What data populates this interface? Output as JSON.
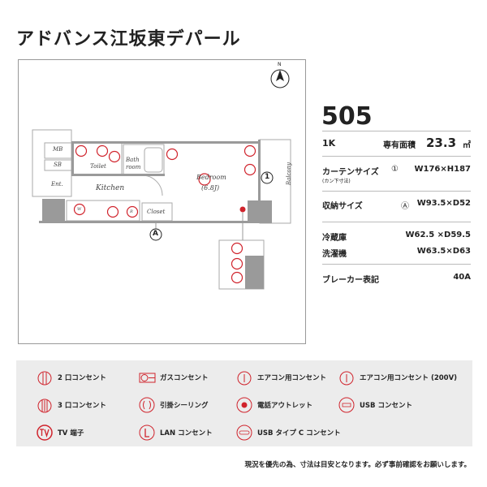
{
  "title": "アドバンス江坂東デパール",
  "plan": {
    "rooms": {
      "mb": "MB",
      "sb": "SB",
      "ent": "Ent.",
      "toilet": "Toilet",
      "bath": "Bath",
      "bath2": "room",
      "kitchen": "Kitchen",
      "bedroom": "Bedroom",
      "bedroom_size": "(6.8J)",
      "closet": "Closet",
      "balcony": "Balcony",
      "w": "W",
      "r": "R"
    },
    "markers": {
      "a": "A",
      "one": "1"
    },
    "north": "N"
  },
  "info": {
    "unit": "505",
    "layout": "1K",
    "area_label": "専有面積",
    "area_value": "23.3",
    "area_unit": "㎡",
    "curtain_label": "カーテンサイズ",
    "curtain_sub": "(カン下寸法)",
    "curtain_marker": "①",
    "curtain_value": "W176×H187",
    "storage_label": "収納サイズ",
    "storage_marker": "Ⓐ",
    "storage_value": "W93.5×D52",
    "fridge_label": "冷蔵庫",
    "fridge_value": "W62.5 ×D59.5",
    "washer_label": "洗濯機",
    "washer_value": "W63.5×D63",
    "breaker_label": "ブレーカー表記",
    "breaker_value": "40A"
  },
  "legend": [
    {
      "icon": "outlet-2-icon",
      "label": "2 口コンセント"
    },
    {
      "icon": "gas-outlet-icon",
      "label": "ガスコンセント"
    },
    {
      "icon": "ac-outlet-icon",
      "label": "エアコン用コンセント"
    },
    {
      "icon": "ac-200v-outlet-icon",
      "label": "エアコン用コンセント (200V)"
    },
    {
      "icon": "outlet-3-icon",
      "label": "3 口コンセント"
    },
    {
      "icon": "ceiling-hook-icon",
      "label": "引掛シーリング"
    },
    {
      "icon": "phone-outlet-icon",
      "label": "電話アウトレット"
    },
    {
      "icon": "usb-outlet-icon",
      "label": "USB コンセント"
    },
    {
      "icon": "tv-terminal-icon",
      "label": "TV 端子"
    },
    {
      "icon": "lan-outlet-icon",
      "label": "LAN コンセント"
    },
    {
      "icon": "usb-c-outlet-icon",
      "label": "USB タイプ C コンセント"
    }
  ],
  "note": "現況を優先の為、寸法は目安となります。必ず事前確認をお願いします。",
  "colors": {
    "accent": "#d0232c",
    "wall": "#9a9a9a",
    "legend_bg": "#ececec"
  }
}
